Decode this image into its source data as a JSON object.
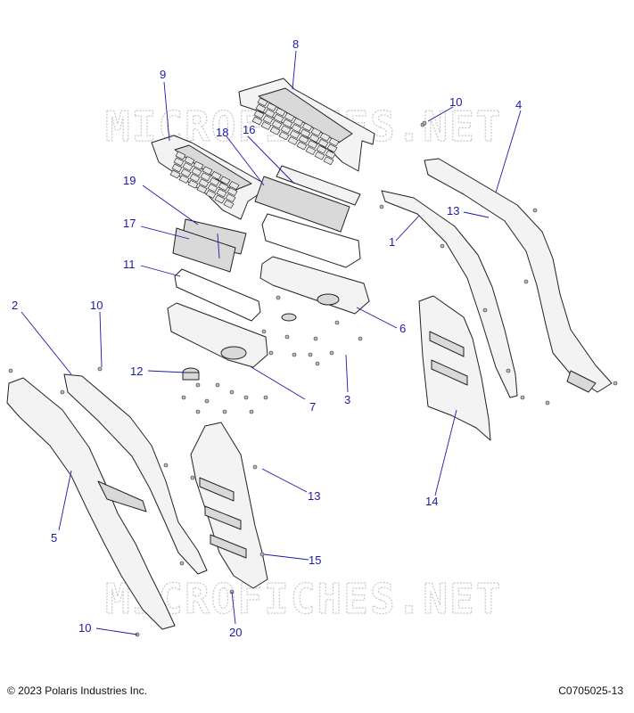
{
  "watermark": "MICROFICHES.NET",
  "footer": {
    "copyright": "© 2023 Polaris Industries Inc.",
    "figure_id": "C0705025-13"
  },
  "callouts": {
    "c1": "1",
    "c2": "2",
    "c3": "3",
    "c4": "4",
    "c5": "5",
    "c6": "6",
    "c7": "7",
    "c8": "8",
    "c9": "9",
    "c10a": "10",
    "c10b": "10",
    "c10c": "10",
    "c11": "11",
    "c12": "12",
    "c13a": "13",
    "c13b": "13",
    "c14": "14",
    "c15": "15",
    "c16": "16",
    "c17": "17",
    "c18": "18",
    "c19": "19",
    "c20": "20"
  },
  "colors": {
    "callout": "#1a1aa8",
    "line": "#222222",
    "watermark": "#c8c8c8"
  }
}
